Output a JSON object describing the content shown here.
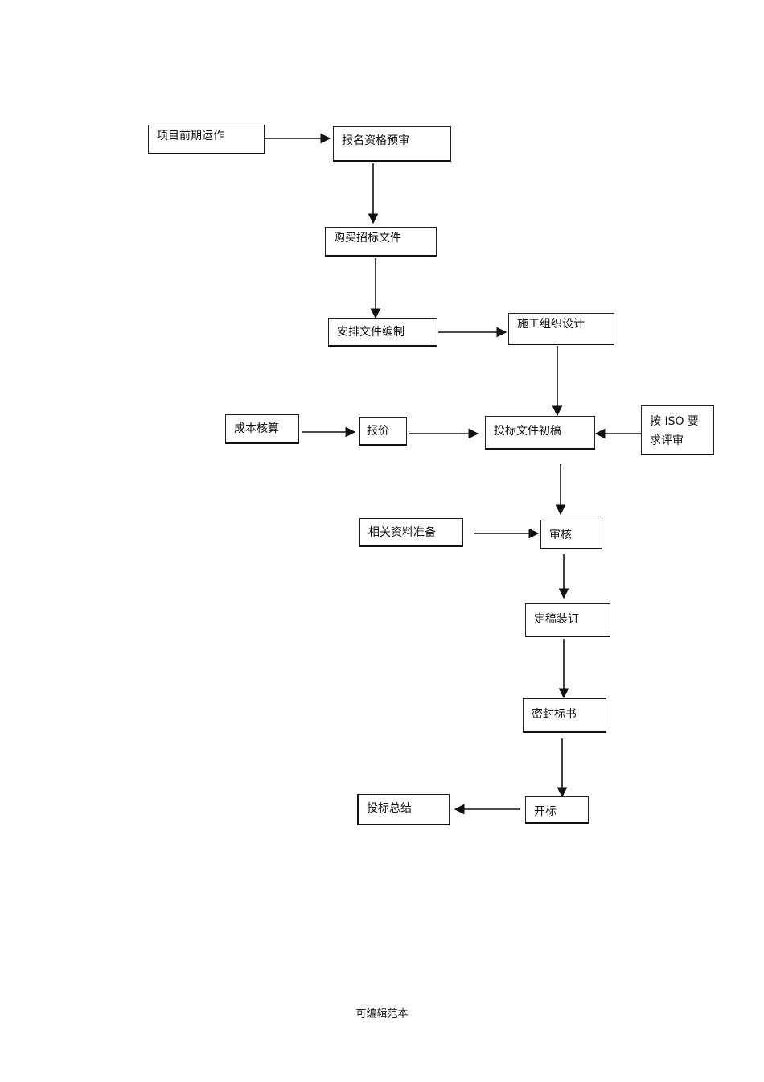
{
  "nodes": {
    "project_early": "项目前期运作",
    "registration": "报名资格预审",
    "buy_docs": "购买招标文件",
    "arrange_docs": "安排文件编制",
    "construction_design": "施工组织设计",
    "cost_accounting": "成本核算",
    "quotation": "报价",
    "bid_draft": "投标文件初稿",
    "iso_review": "按 ISO 要求评审",
    "related_materials": "相关资料准备",
    "audit": "审核",
    "finalize_bind": "定稿装订",
    "seal_bid": "密封标书",
    "bid_opening": "开标",
    "bid_summary": "投标总结"
  },
  "footer": "可编辑范本"
}
